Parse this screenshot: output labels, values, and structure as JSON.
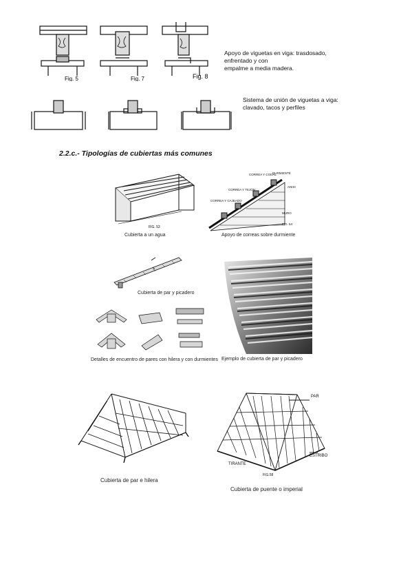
{
  "row1": {
    "fig_labels": [
      "Fig. 5",
      "Fig. 7",
      "Fig. 8"
    ],
    "note_lines": [
      "Apoyo de viguetas en viga: trasdosado,",
      "enfrentado y con",
      "empalme a media madera."
    ]
  },
  "row2": {
    "note_lines": [
      "Sistema de unión de viguetas a viga:",
      "clavado, tacos y perfiles"
    ]
  },
  "section_title": "2.2.c.- Tipologías de cubiertas más comunes",
  "fig_a": {
    "caption": "Cubierta a un agua",
    "tag": "FIG. 53"
  },
  "fig_b": {
    "caption": "Apoyo de correas sobre durmiente",
    "tag": "FIG. 54",
    "labels": [
      "DURMIENTE",
      "CORREA Y CODAL",
      "CORREA Y TEJÓN",
      "CORREA Y CAJEADO",
      "ANISI",
      "MURO"
    ]
  },
  "fig_c": {
    "caption": "Cubierta de par y picadero"
  },
  "fig_d": {
    "caption": "Ejemplo de cubierta de par y picadero"
  },
  "fig_e": {
    "caption": "Detalles de encuentro de pares con hilera y con durmientes"
  },
  "fig_f": {
    "caption": "Cubierta de par e hilera"
  },
  "fig_g": {
    "caption": "Cubierta de puente o imperial",
    "labels": [
      "PAR",
      "ESTRIBO",
      "TIRANTE"
    ],
    "tag": "FIG.58"
  }
}
